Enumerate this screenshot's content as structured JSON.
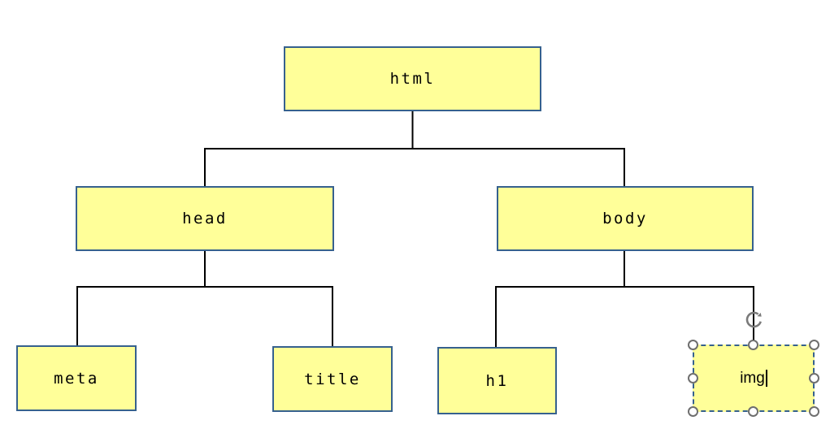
{
  "diagram": {
    "type": "tree",
    "nodes": [
      {
        "id": "html",
        "label": "html"
      },
      {
        "id": "head",
        "label": "head"
      },
      {
        "id": "body",
        "label": "body"
      },
      {
        "id": "meta",
        "label": "meta"
      },
      {
        "id": "title",
        "label": "title"
      },
      {
        "id": "h1",
        "label": "h1"
      },
      {
        "id": "img",
        "label": "img"
      }
    ],
    "edges": [
      {
        "from": "html",
        "to": "head"
      },
      {
        "from": "html",
        "to": "body"
      },
      {
        "from": "head",
        "to": "meta"
      },
      {
        "from": "head",
        "to": "title"
      },
      {
        "from": "body",
        "to": "h1"
      },
      {
        "from": "body",
        "to": "img"
      }
    ],
    "selection": {
      "selected_node": "img",
      "text_editing": true,
      "resize_handles": 8,
      "rotate_handle": true
    },
    "colors": {
      "node_fill": "#FFFF99",
      "node_border": "#36618E",
      "connector": "#000000",
      "handle_fill": "#FFFFFF",
      "handle_stroke": "#6E6E6E",
      "canvas_background": "#FFFFFF"
    }
  }
}
